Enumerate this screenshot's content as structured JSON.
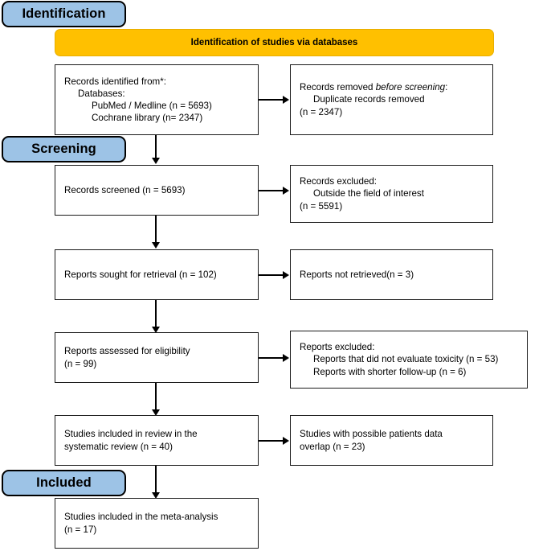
{
  "diagram": {
    "type": "prisma-flow-diagram",
    "colors": {
      "stage_tab_fill": "#9dc3e6",
      "banner_fill": "#ffc000",
      "box_fill": "#ffffff",
      "stroke": "#000000"
    }
  },
  "stages": [
    {
      "id": "identification",
      "label": "Identification"
    },
    {
      "id": "screening",
      "label": "Screening"
    },
    {
      "id": "included",
      "label": "Included"
    }
  ],
  "banner": {
    "label": "Identification of studies via databases"
  },
  "boxes": {
    "records_identified": {
      "lines": [
        "Records identified from*:",
        "Databases:",
        "PubMed / Medline (n = 5693)",
        "Cochrane library (n= 2347)"
      ]
    },
    "records_removed": {
      "line1_prefix": "Records removed ",
      "line1_italic": "before screening",
      "line1_suffix": ":",
      "lines": [
        "Duplicate records removed",
        "(n = 2347)"
      ]
    },
    "records_screened": {
      "lines": [
        "Records screened (n = 5693)"
      ]
    },
    "records_excluded": {
      "lines": [
        "Records excluded:",
        "Outside the field of interest",
        "(n = 5591)"
      ]
    },
    "reports_sought": {
      "lines": [
        "Reports sought for retrieval (n = 102)"
      ]
    },
    "reports_not_retrieved": {
      "lines": [
        "Reports not retrieved(n = 3)"
      ]
    },
    "reports_assessed": {
      "lines": [
        "Reports assessed for eligibility",
        "(n = 99)"
      ]
    },
    "reports_excluded": {
      "lines": [
        "Reports excluded:",
        "Reports that did not evaluate toxicity (n = 53)",
        "Reports with shorter follow-up (n = 6)"
      ]
    },
    "studies_included_review": {
      "lines": [
        "Studies included in review in the",
        "systematic review (n = 40)"
      ]
    },
    "studies_overlap": {
      "lines": [
        "Studies with possible patients data",
        "overlap (n = 23)"
      ]
    },
    "studies_meta_analysis": {
      "lines": [
        "Studies included in the meta-analysis",
        "(n = 17)"
      ]
    }
  },
  "counts": {
    "pubmed_medline": 5693,
    "cochrane_library": 2347,
    "duplicates_removed": 2347,
    "records_screened": 5693,
    "records_excluded_outside_field": 5591,
    "reports_sought": 102,
    "reports_not_retrieved": 3,
    "reports_assessed": 99,
    "excluded_no_toxicity": 53,
    "excluded_shorter_followup": 6,
    "studies_in_systematic_review": 40,
    "studies_patient_overlap": 23,
    "studies_in_meta_analysis": 17
  }
}
